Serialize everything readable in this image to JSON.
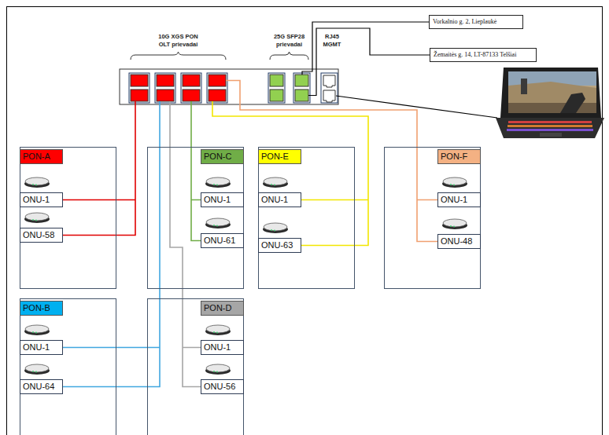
{
  "diagram": {
    "nodes": [
      {
        "text": [
          "Vorkalnio g. 2, Lieplaukė"
        ]
      },
      {
        "text": [
          "Žemaitės g. 14, LT-87133 Telšiai"
        ]
      },
      {
        "text": [
          "PON-A"
        ]
      },
      {
        "text": [
          "ONU-1"
        ],
        "in": 2
      },
      {
        "text": [
          "ONU-58"
        ],
        "in": 2
      },
      {
        "text": [
          "PON-C"
        ]
      },
      {
        "text": [
          "ONU-1"
        ],
        "in": 5
      },
      {
        "text": [
          "ONU-61"
        ],
        "in": 5
      },
      {
        "text": [
          "PON-E"
        ]
      },
      {
        "text": [
          "ONU-1"
        ],
        "in": 8
      },
      {
        "text": [
          "ONU-63"
        ],
        "in": 8
      },
      {
        "text": [
          "PON-F"
        ]
      },
      {
        "text": [
          "ONU-1"
        ],
        "in": 11
      },
      {
        "text": [
          "ONU-48"
        ],
        "in": 11
      },
      {
        "text": [
          "PON-B"
        ]
      },
      {
        "text": [
          "ONU-1"
        ],
        "in": 14
      },
      {
        "text": [
          "ONU-64"
        ],
        "in": 14
      },
      {
        "text": [
          "PON-D"
        ]
      },
      {
        "text": [
          "ONU-1"
        ],
        "in": 17
      },
      {
        "text": [
          "ONU-56"
        ],
        "in": 17
      }
    ],
    "labels": [
      "10G XGS PON OLT prievadai",
      "25G SFP28 prievadai",
      "RJ45 MGMT"
    ]
  }
}
